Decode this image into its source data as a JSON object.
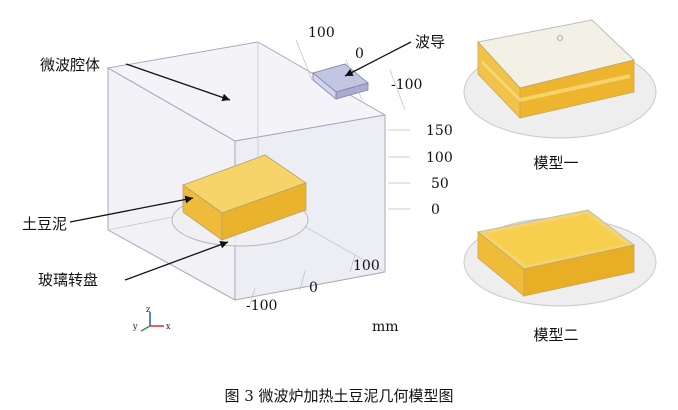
{
  "labels": {
    "cavity": "微波腔体",
    "waveguide": "波导",
    "potato": "土豆泥",
    "turntable": "玻璃转盘"
  },
  "ticks": {
    "wg_100": "100",
    "wg_0": "0",
    "wg_m100": "-100",
    "z_150": "150",
    "z_100": "100",
    "z_50": "50",
    "z_0": "0",
    "x_100": "100",
    "x_0": "0",
    "x_m100": "-100"
  },
  "unit": "mm",
  "triad": {
    "x": "x",
    "y": "y",
    "z": "z"
  },
  "models": {
    "model1": "模型一",
    "model2": "模型二"
  },
  "caption": "图 3  微波炉加热土豆泥几何模型图",
  "colors": {
    "potato": "#f2c43c",
    "cavity_edge": "#a9a9bf",
    "cavity_fill": "#e6e6f0",
    "waveguide": "#b9bcd9"
  }
}
